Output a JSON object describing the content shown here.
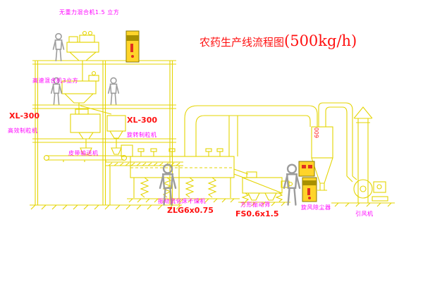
{
  "title": {
    "part1": "农药生产线流程图",
    "part2": "(500kg/h)"
  },
  "labels": {
    "gravity_mixer": "无重力混合机1.5 立方",
    "speed_mixer": "高速混合机3立方",
    "granulator_left_model": "XL-300",
    "granulator_left_name": "高效制粒机",
    "granulator_right_model": "XL-300",
    "granulator_right_name": "旋转制粒机",
    "belt_conveyor": "皮带输送机",
    "dryer_name": "振动流化床干燥机",
    "dryer_model": "ZLG6x0.75",
    "screen_name": "方形振动筛",
    "screen_model": "FS0.6x1.5",
    "cyclone_name": "旋风除尘器",
    "fan_name": "引风机",
    "duct_size": "600"
  },
  "colors": {
    "line": "#e4d400",
    "label": "#ff00ff",
    "accent": "#ff1010",
    "background": "#ffffff"
  }
}
